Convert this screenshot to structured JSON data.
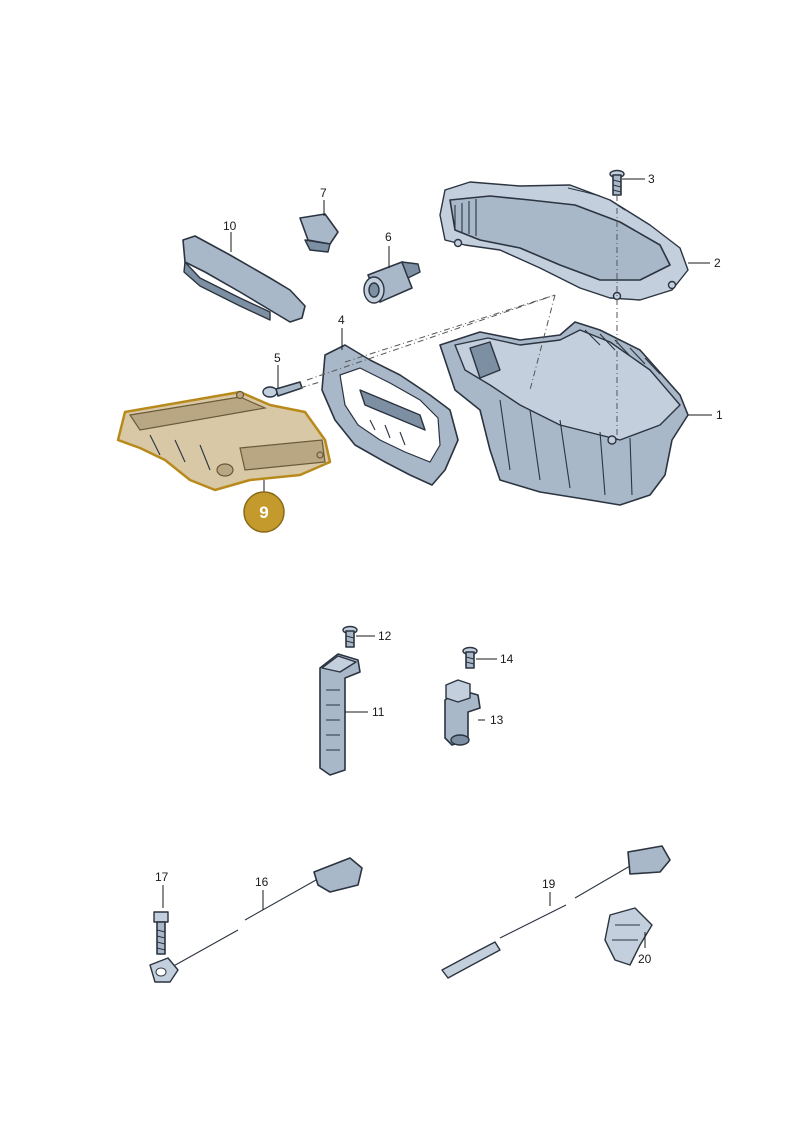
{
  "highlighted_part": "9",
  "callouts": [
    {
      "id": "c1",
      "label": "1"
    },
    {
      "id": "c2",
      "label": "2"
    },
    {
      "id": "c3",
      "label": "3"
    },
    {
      "id": "c4",
      "label": "4"
    },
    {
      "id": "c5",
      "label": "5"
    },
    {
      "id": "c6",
      "label": "6"
    },
    {
      "id": "c7",
      "label": "7"
    },
    {
      "id": "c10",
      "label": "10"
    },
    {
      "id": "c11",
      "label": "11"
    },
    {
      "id": "c12",
      "label": "12"
    },
    {
      "id": "c13",
      "label": "13"
    },
    {
      "id": "c14",
      "label": "14"
    },
    {
      "id": "c16",
      "label": "16"
    },
    {
      "id": "c17",
      "label": "17"
    },
    {
      "id": "c19",
      "label": "19"
    },
    {
      "id": "c20",
      "label": "20"
    }
  ],
  "colors": {
    "highlight_fill": "#d8c8a6",
    "highlight_outline": "#b88a1c",
    "badge": "#c49a2c",
    "part_fill": "#a9b8c9"
  }
}
